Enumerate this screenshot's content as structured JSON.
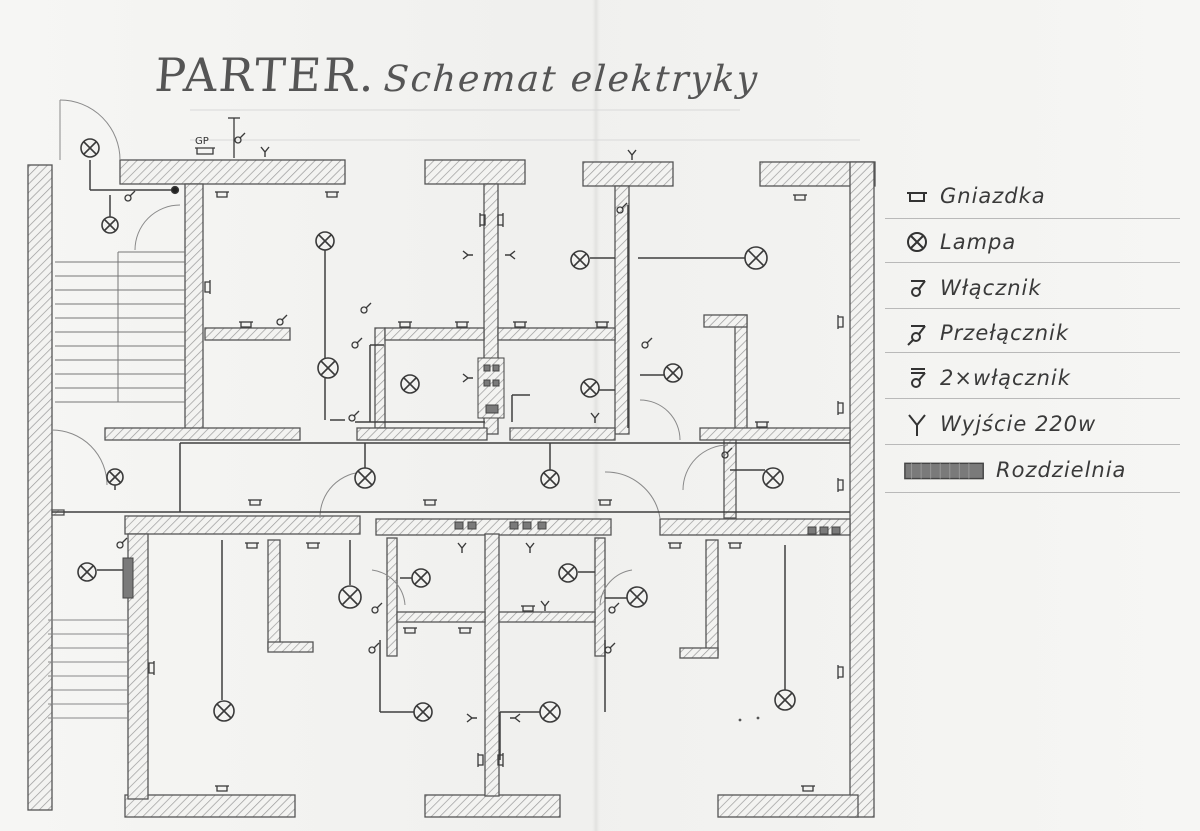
{
  "title": {
    "main": "PARTER.",
    "sub": "Schemat elektryky"
  },
  "legend": [
    {
      "icon": "socket-icon",
      "label": "Gniazdka"
    },
    {
      "icon": "lamp-icon",
      "label": "Lampa"
    },
    {
      "icon": "switch-icon",
      "label": "Włącznik"
    },
    {
      "icon": "toggle-switch-icon",
      "label": "Przełącznik"
    },
    {
      "icon": "double-switch-icon",
      "label": "2×włącznik"
    },
    {
      "icon": "outlet-220-icon",
      "label": "Wyjście 220w"
    },
    {
      "icon": "distribution-board-icon",
      "label": "Rozdzielnia"
    }
  ],
  "plan_labels": {
    "gp": "GP"
  },
  "colors": {
    "paper": "#f3f3f1",
    "ink": "#4a4a4a",
    "hatch": "#9a9a9a",
    "board": "#777777"
  }
}
